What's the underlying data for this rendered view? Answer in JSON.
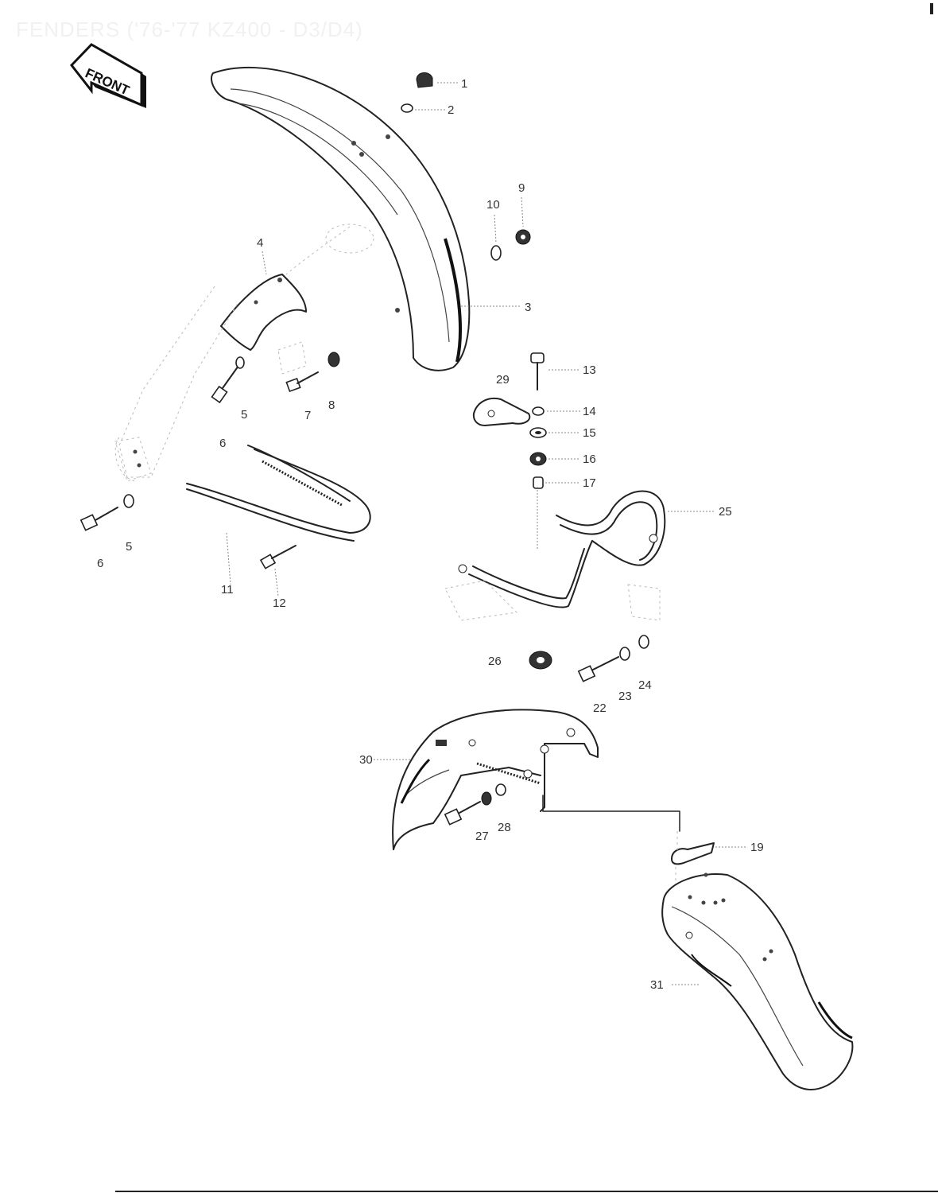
{
  "page": {
    "title": "FENDERS ('76-'77 KZ400 - D3/D4)"
  },
  "front_sign": {
    "label": "FRONT"
  },
  "callouts": [
    {
      "id": "c1",
      "text": "1"
    },
    {
      "id": "c2",
      "text": "2"
    },
    {
      "id": "c3",
      "text": "3"
    },
    {
      "id": "c4",
      "text": "4"
    },
    {
      "id": "c5a",
      "text": "5"
    },
    {
      "id": "c5b",
      "text": "5"
    },
    {
      "id": "c6a",
      "text": "6"
    },
    {
      "id": "c6b",
      "text": "6"
    },
    {
      "id": "c7",
      "text": "7"
    },
    {
      "id": "c8",
      "text": "8"
    },
    {
      "id": "c9",
      "text": "9"
    },
    {
      "id": "c10",
      "text": "10"
    },
    {
      "id": "c11",
      "text": "11"
    },
    {
      "id": "c12",
      "text": "12"
    },
    {
      "id": "c13",
      "text": "13"
    },
    {
      "id": "c14",
      "text": "14"
    },
    {
      "id": "c15",
      "text": "15"
    },
    {
      "id": "c16",
      "text": "16"
    },
    {
      "id": "c17",
      "text": "17"
    },
    {
      "id": "c19",
      "text": "19"
    },
    {
      "id": "c22",
      "text": "22"
    },
    {
      "id": "c23",
      "text": "23"
    },
    {
      "id": "c24",
      "text": "24"
    },
    {
      "id": "c25",
      "text": "25"
    },
    {
      "id": "c26",
      "text": "26"
    },
    {
      "id": "c27",
      "text": "27"
    },
    {
      "id": "c28",
      "text": "28"
    },
    {
      "id": "c29",
      "text": "29"
    },
    {
      "id": "c30",
      "text": "30"
    },
    {
      "id": "c31",
      "text": "31"
    }
  ]
}
